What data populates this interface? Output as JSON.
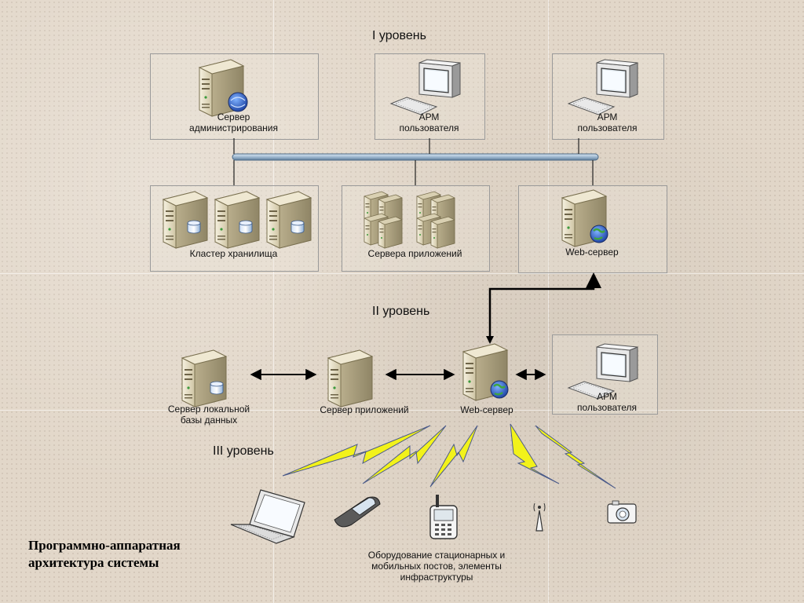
{
  "levels": {
    "level1": "I уровень",
    "level2": "II уровень",
    "level3": "III уровень"
  },
  "top_row": {
    "admin_server": "Сервер\nадминистрирования",
    "arm1": "АРМ\nпользователя",
    "arm2": "АРМ\nпользователя"
  },
  "second_row": {
    "storage_cluster": "Кластер хранилища",
    "app_servers": "Сервера приложений",
    "web_server": "Web-сервер"
  },
  "level2_row": {
    "local_db_server": "Сервер локальной\nбазы данных",
    "app_server": "Сервер приложений",
    "web_server": "Web-сервер",
    "arm": "АРМ\nпользователя"
  },
  "devices_caption": "Оборудование стационарных и\nмобильных постов, элементы\nинфраструктуры",
  "title_caption": "Программно-аппаратная\nархитектура системы",
  "colors": {
    "background": "#e2d7c9",
    "bus": "#9fb8d0",
    "bolt": "#f2f21a",
    "server_body": "#e4dcc2"
  }
}
